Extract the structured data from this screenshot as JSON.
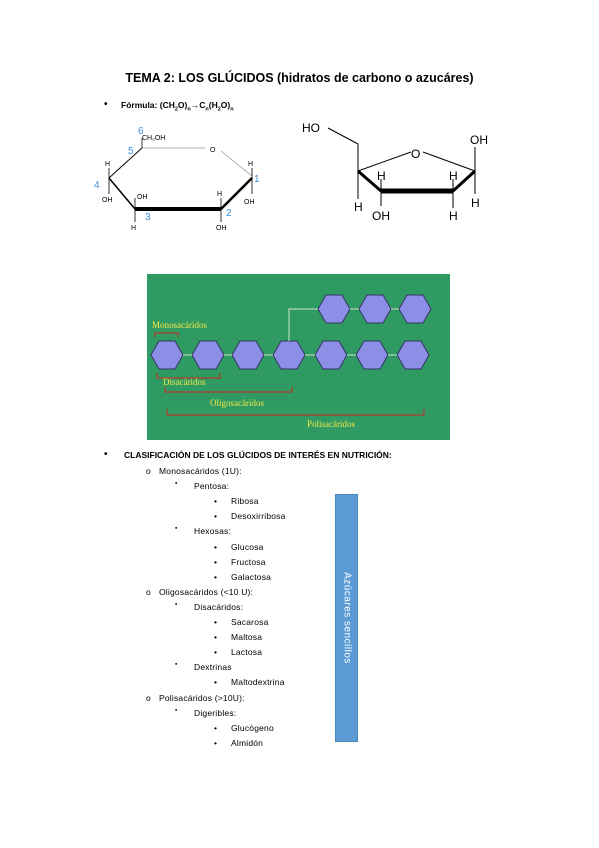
{
  "title": "TEMA 2: LOS GLÚCIDOS (hidratos de carbono o azucáres)",
  "formula": {
    "bullet": "•",
    "label": "Fórmula: ",
    "f1": "(CH",
    "f1_sub2": "2",
    "f1_o": "O)",
    "f1_subn": "n",
    "arrow": "→",
    "f2_c": "C",
    "f2_subn": "n",
    "f2_h": "(H",
    "f2_sub2": "2",
    "f2_o": "O)",
    "f2_subn2": "n"
  },
  "pyranose": {
    "n6": "6",
    "n5": "5",
    "n4": "4",
    "n3": "3",
    "n2": "2",
    "n1": "1",
    "ch2oh": "CH₂OH",
    "o": "O",
    "h": "H",
    "oh": "OH"
  },
  "furanose": {
    "ho": "HO",
    "oh": "OH",
    "o": "O",
    "h": "H"
  },
  "polymer_diagram": {
    "monosacaridos": "Monosacáridos",
    "disacaridos": "Disacáridos",
    "oligosacaridos": "Oligosacáridos",
    "polisacaridos": "Polisacáridos"
  },
  "classification": {
    "heading": "CLASIFICACIÓN DE LOS GLÚCIDOS DE INTERÉS EN NUTRICIÓN:",
    "bullet": "•",
    "items": [
      {
        "level": 1,
        "marker": "o",
        "text": "Monosacáridos (1U):"
      },
      {
        "level": 2,
        "marker": "▪",
        "text": "Pentosa:"
      },
      {
        "level": 3,
        "marker": "•",
        "text": "Ribosa"
      },
      {
        "level": 3,
        "marker": "•",
        "text": "Desoxirribosa"
      },
      {
        "level": 2,
        "marker": "▪",
        "text": "Hexosas:"
      },
      {
        "level": 3,
        "marker": "•",
        "text": "Glucosa"
      },
      {
        "level": 3,
        "marker": "•",
        "text": "Fructosa"
      },
      {
        "level": 3,
        "marker": "•",
        "text": "Galactosa"
      },
      {
        "level": 1,
        "marker": "o",
        "text": "Oligosacáridos (<10 U):"
      },
      {
        "level": 2,
        "marker": "▪",
        "text": "Disacáridos:"
      },
      {
        "level": 3,
        "marker": "•",
        "text": "Sacarosa"
      },
      {
        "level": 3,
        "marker": "•",
        "text": "Maltosa"
      },
      {
        "level": 3,
        "marker": "•",
        "text": "Lactosa"
      },
      {
        "level": 2,
        "marker": "▪",
        "text": "Dextrinas"
      },
      {
        "level": 3,
        "marker": "•",
        "text": "Maltodextrina"
      },
      {
        "level": 1,
        "marker": "o",
        "text": "Polisacáridos (>10U):"
      },
      {
        "level": 2,
        "marker": "▪",
        "text": "Digeribles:"
      },
      {
        "level": 3,
        "marker": "•",
        "text": "Glucógeno"
      },
      {
        "level": 3,
        "marker": "•",
        "text": "Almidón"
      }
    ]
  },
  "sidebox": {
    "label": "Azúcares sencillos",
    "color": "#5b9bd5"
  },
  "colors": {
    "diagram_bg": "#2f9a62",
    "hexagon_fill": "#8d8fe6",
    "label_yellow": "#f2e84a",
    "bracket_red": "#b03a2e",
    "number_blue": "#3a8fd8"
  }
}
